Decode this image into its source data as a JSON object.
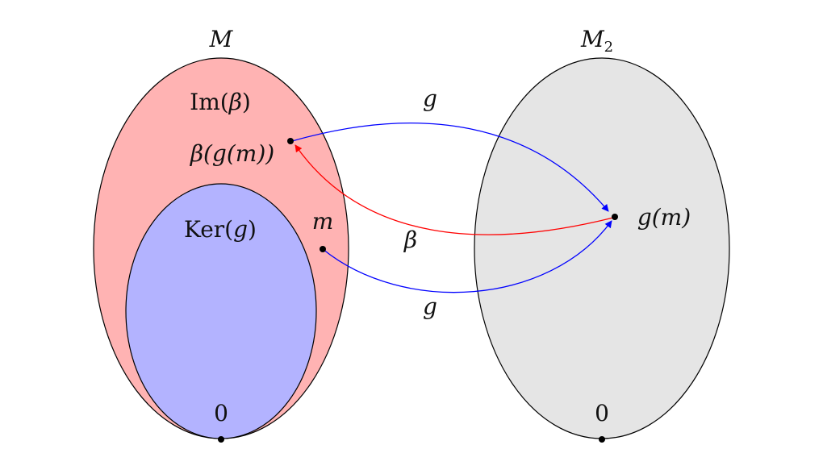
{
  "sets": {
    "M": {
      "label": "M",
      "fill": "#ffb3b3"
    },
    "M2": {
      "label": "M",
      "subscript": "2",
      "fill": "#e5e5e5"
    },
    "kernel": {
      "label_prefix": "Ker(",
      "label_var": "g",
      "label_suffix": ")",
      "fill": "#b3b3ff"
    },
    "image": {
      "label_prefix": "Im(",
      "label_var": "β",
      "label_suffix": ")"
    }
  },
  "points": {
    "beta_g_m": "β(g(m))",
    "m": "m",
    "g_m": "g(m)",
    "zero_left": "0",
    "zero_right": "0"
  },
  "arrows": {
    "g_top": {
      "label": "g",
      "color": "#0000ff"
    },
    "beta": {
      "label": "β",
      "color": "#ff0000"
    },
    "g_bottom": {
      "label": "g",
      "color": "#0000ff"
    }
  }
}
